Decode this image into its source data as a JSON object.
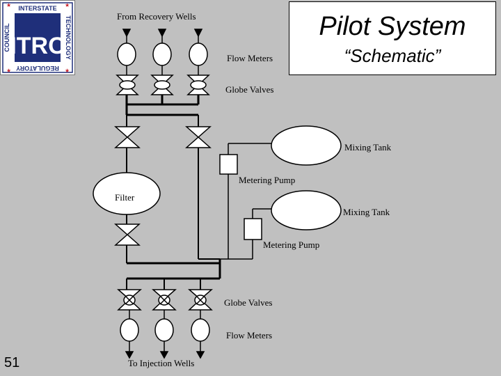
{
  "logo": {
    "top_text": "INTERSTATE",
    "right_text": "TECHNOLOGY",
    "bottom_text": "REGULATORY",
    "left_text": "COUNCIL",
    "center_text": "ITRC",
    "colors": {
      "navy": "#1f2f7a",
      "red": "#c8202a"
    }
  },
  "title": {
    "line1": "Pilot System",
    "line2": "“Schematic”"
  },
  "labels": {
    "from_recovery_wells": "From Recovery Wells",
    "flow_meters_top": "Flow Meters",
    "globe_valves_top": "Globe Valves",
    "mixing_tank_1": "Mixing Tank",
    "metering_pump_1": "Metering Pump",
    "filter": "Filter",
    "mixing_tank_2": "Mixing Tank",
    "metering_pump_2": "Metering Pump",
    "globe_valves_bottom": "Globe Valves",
    "flow_meters_bottom": "Flow Meters",
    "to_injection_wells": "To Injection Wells"
  },
  "page_number": "51"
}
